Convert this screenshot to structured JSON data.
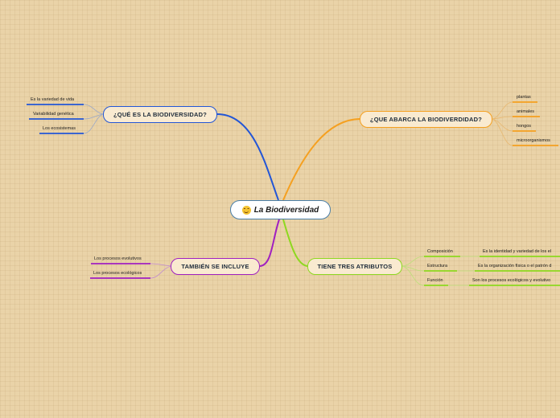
{
  "central": {
    "title": "La Biodiversidad",
    "icon": "smiley-face-icon"
  },
  "branches": {
    "que_es": {
      "label": "¿QUÉ ES LA BIODIVERSIDAD?",
      "color": "#2356d6",
      "items": [
        "Es la variedad de vida",
        "Variabilidad genética",
        "Los ecosistemas"
      ]
    },
    "abarca": {
      "label": "¿QUE ABARCA LA BIODIVERDIDAD?",
      "color": "#f5a020",
      "items": [
        "plantas",
        "animales",
        "hongos",
        "microorganismos"
      ]
    },
    "incluye": {
      "label": "TAMBIÉN SE INCLUYE",
      "color": "#a020c0",
      "items": [
        "Los procesos evolutivos",
        "Los procesos ecológicos"
      ]
    },
    "atributos": {
      "label": "TIENE TRES ATRIBUTOS",
      "color": "#8ed820",
      "items": [
        {
          "name": "Composición",
          "detail": "Es la identidad y variedad de los el"
        },
        {
          "name": "Estructura",
          "detail": "Es la organización física o el patrón d"
        },
        {
          "name": "Función",
          "detail": "Son los procesos ecológicos y evolutivo"
        }
      ]
    }
  }
}
